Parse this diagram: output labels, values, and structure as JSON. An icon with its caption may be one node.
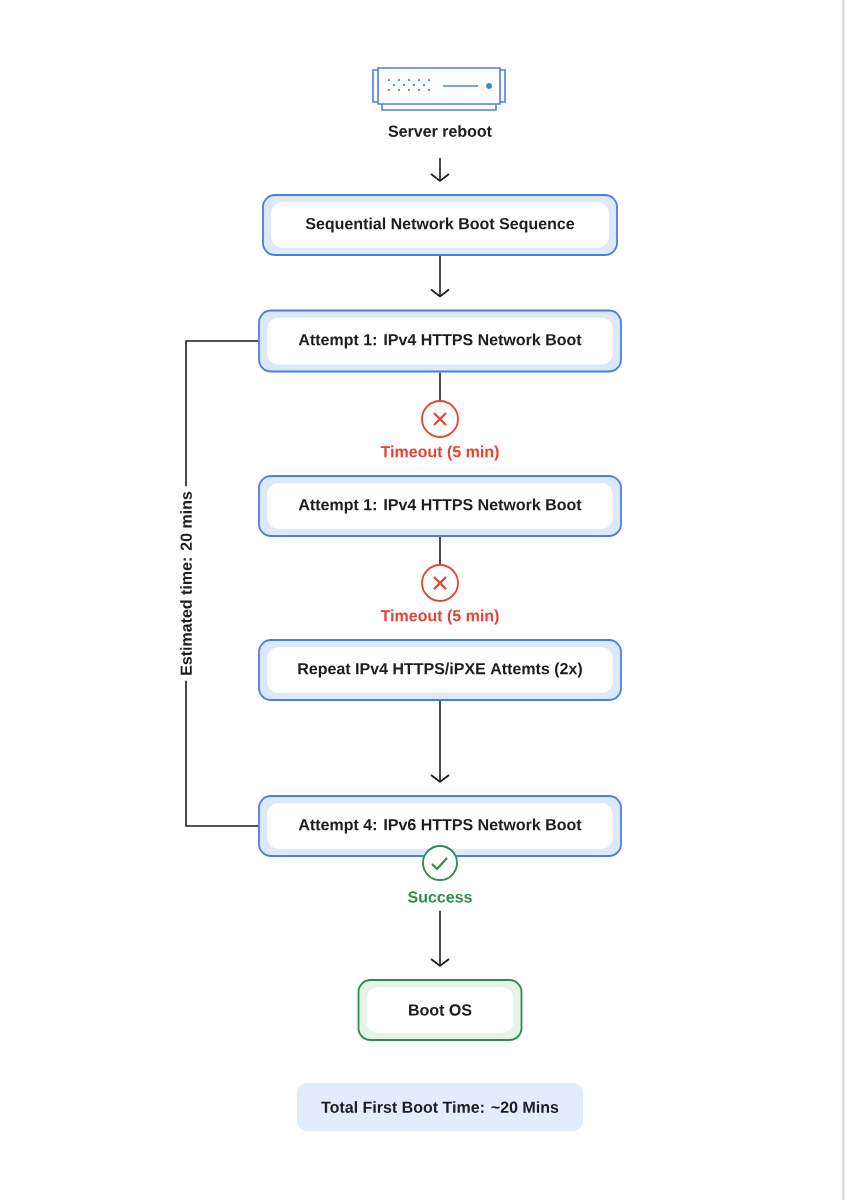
{
  "diagram": {
    "nodes": [
      {
        "text": [
          "Server reboot"
        ]
      },
      {
        "text": [
          "Sequential Network Boot Sequence"
        ]
      },
      {
        "text": [
          "Attempt 1: IPv4 HTTPS Network Boot"
        ]
      },
      {
        "text": [],
        "shape": "circle",
        "beside": [
          "Timeout (5 min)"
        ]
      },
      {
        "text": [
          "Attempt 1: IPv4 HTTPS Network Boot"
        ]
      },
      {
        "text": [],
        "shape": "circle",
        "beside": [
          "Timeout (5 min)"
        ]
      },
      {
        "text": [
          "Repeat IPv4 HTTPS/iPXE Attemts (2x)"
        ]
      },
      {
        "text": [
          "Attempt 4: IPv6 HTTPS Network Boot"
        ]
      },
      {
        "text": [],
        "shape": "circle",
        "beside": [
          "Success"
        ]
      },
      {
        "text": [
          "Boot OS"
        ]
      },
      {
        "text": [
          "Total First Boot Time: ~20 Mins"
        ]
      }
    ],
    "edges": [
      {
        "from": 0,
        "to": 1,
        "arrow": "to"
      },
      {
        "from": 1,
        "to": 2,
        "arrow": "to"
      },
      {
        "from": 2,
        "to": 3,
        "arrow": "none"
      },
      {
        "from": 4,
        "to": 5,
        "arrow": "none"
      },
      {
        "from": 6,
        "to": 7,
        "arrow": "to"
      },
      {
        "from": 8,
        "to": 9,
        "arrow": "to"
      },
      {
        "from": 2,
        "to": 7,
        "arrow": "none",
        "label": "Estimated time: 20 mins"
      }
    ]
  }
}
